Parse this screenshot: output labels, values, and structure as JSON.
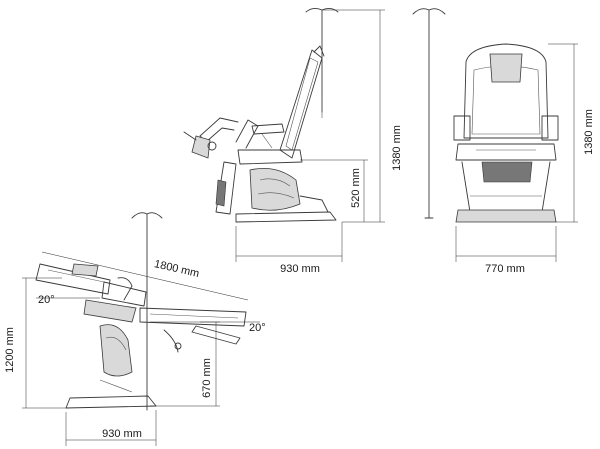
{
  "dimensions": {
    "side_height": "1380 mm",
    "seat_height": "520 mm",
    "side_depth": "930 mm",
    "front_height": "1380 mm",
    "front_width": "770 mm",
    "reclined_length": "1800 mm",
    "tilt_angle_left": "20°",
    "tilt_angle_right": "20°",
    "reclined_height": "1200 mm",
    "reclined_seat_height": "670 mm",
    "reclined_depth": "930 mm"
  }
}
